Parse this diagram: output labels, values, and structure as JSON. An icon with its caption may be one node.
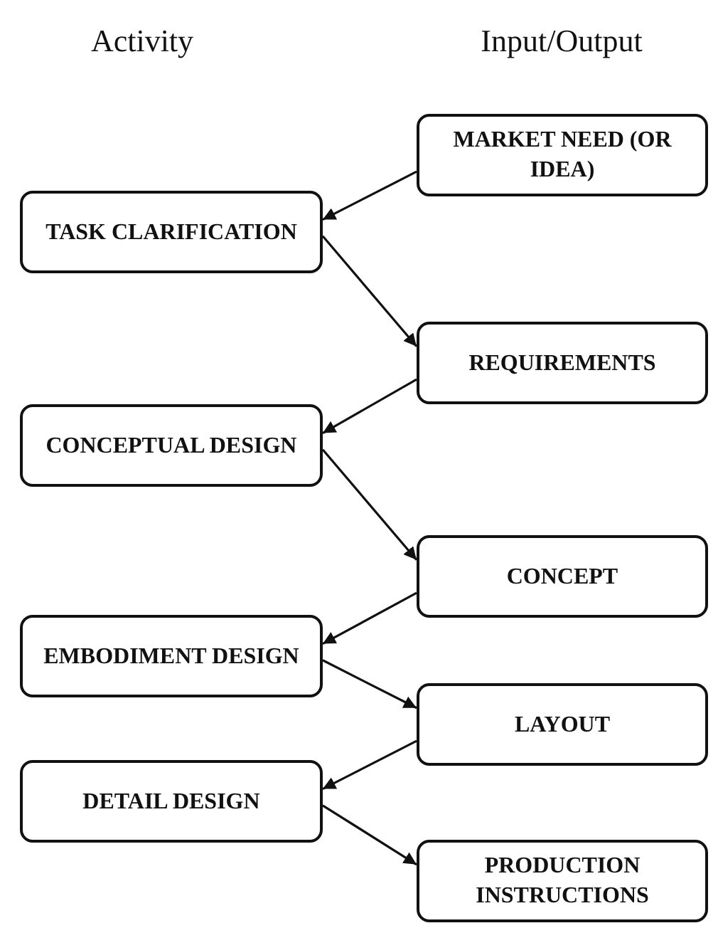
{
  "diagram": {
    "nodes": [
      {
        "text": [
          "MARKET NEED (OR IDEA)"
        ]
      },
      {
        "text": [
          "TASK CLARIFICATION"
        ]
      },
      {
        "text": [
          "REQUIREMENTS"
        ]
      },
      {
        "text": [
          "CONCEPTUAL DESIGN"
        ]
      },
      {
        "text": [
          "CONCEPT"
        ]
      },
      {
        "text": [
          "EMBODIMENT DESIGN"
        ]
      },
      {
        "text": [
          "LAYOUT"
        ]
      },
      {
        "text": [
          "DETAIL DESIGN"
        ]
      },
      {
        "text": [
          "PRODUCTION INSTRUCTIONS"
        ]
      }
    ],
    "edges": [
      {
        "from": 0,
        "to": 1,
        "arrow": "to"
      },
      {
        "from": 1,
        "to": 2,
        "arrow": "to"
      },
      {
        "from": 2,
        "to": 3,
        "arrow": "to"
      },
      {
        "from": 3,
        "to": 4,
        "arrow": "to"
      },
      {
        "from": 4,
        "to": 5,
        "arrow": "to"
      },
      {
        "from": 5,
        "to": 6,
        "arrow": "to"
      },
      {
        "from": 6,
        "to": 7,
        "arrow": "to"
      },
      {
        "from": 7,
        "to": 8,
        "arrow": "to"
      }
    ],
    "labels": [
      "Activity",
      "Input/Output"
    ]
  }
}
